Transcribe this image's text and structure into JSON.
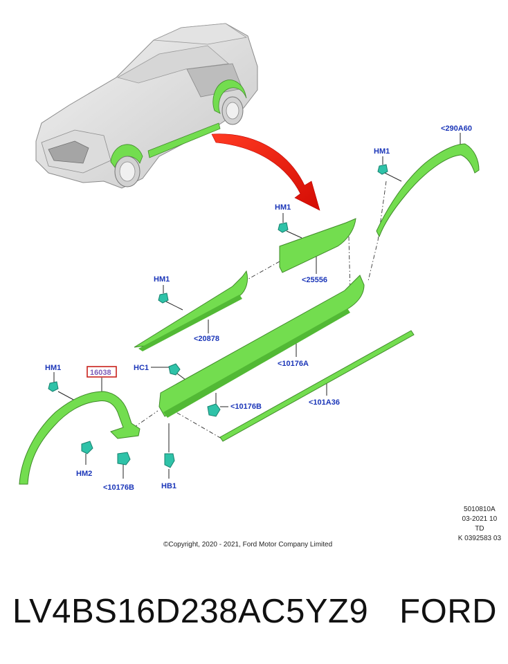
{
  "callouts": {
    "hm1_top_right": "HM1",
    "n290a60": "<290A60",
    "hm1_mid": "HM1",
    "n25556": "<25556",
    "hm1_left": "HM1",
    "n20878": "<20878",
    "n10176a": "<10176A",
    "hm1_bottom_left": "HM1",
    "n16038": "16038",
    "hc1": "HC1",
    "n10176b_right": "<10176B",
    "n101a36": "<101A36",
    "hm2": "HM2",
    "n10176b_left": "<10176B",
    "hb1": "HB1"
  },
  "meta": {
    "line1": "5010810A",
    "line2": "03-2021 10",
    "line3": "TD",
    "line4": "K 0392583 03"
  },
  "copyright": "©Copyright, 2020 - 2021, Ford Motor Company Limited",
  "footer": {
    "part_number": "LV4BS16D238AC5YZ9",
    "brand": "FORD"
  },
  "colors": {
    "part_green": "#73dd4f",
    "clip_teal": "#2fc2a8",
    "callout_blue": "#1a35b8",
    "arrow_red": "#e8170c",
    "highlight_box": "#c8201a"
  }
}
